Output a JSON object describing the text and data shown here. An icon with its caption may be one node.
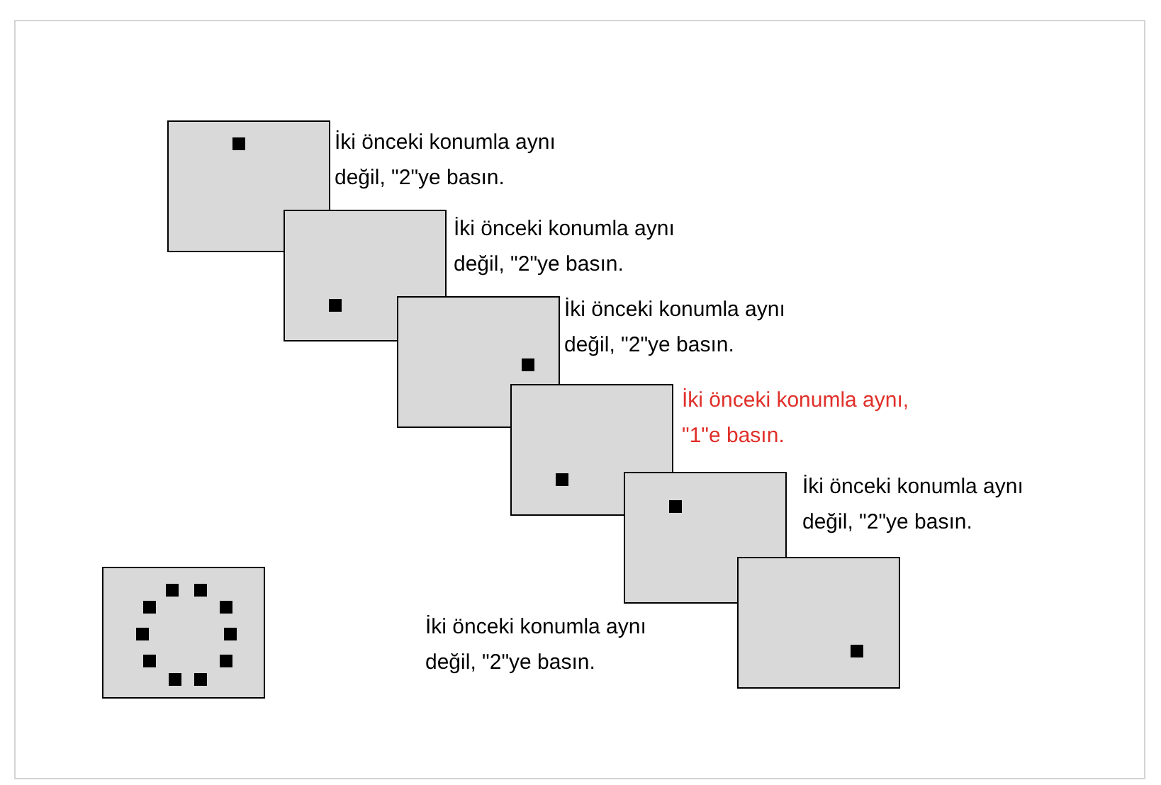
{
  "diagram": {
    "nodes": [
      {
        "text": [],
        "shape": "box",
        "beside": [
          "İki önceki konumla aynı değil, \"2\"ye basın."
        ]
      },
      {
        "text": [],
        "shape": "box",
        "beside": [
          "İki önceki konumla aynı değil, \"2\"ye basın."
        ]
      },
      {
        "text": [],
        "shape": "box",
        "beside": [
          "İki önceki konumla aynı değil, \"2\"ye basın."
        ]
      },
      {
        "text": [],
        "shape": "box",
        "beside": [
          "İki önceki konumla aynı, \"1\"e basın."
        ]
      },
      {
        "text": [],
        "shape": "box",
        "beside": [
          "İki önceki konumla aynı değil, \"2\"ye basın."
        ]
      },
      {
        "text": [],
        "shape": "box"
      },
      {
        "text": [],
        "shape": "box"
      }
    ],
    "labels": [
      "İki önceki konumla aynı değil, \"2\"ye basın."
    ]
  }
}
